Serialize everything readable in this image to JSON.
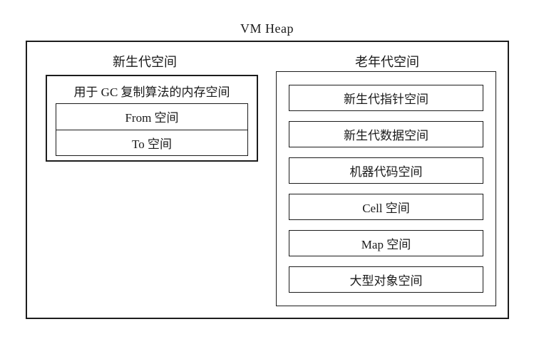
{
  "diagram": {
    "title": "VM Heap"
  },
  "new_gen": {
    "label": "新生代空间",
    "gc_copy_title": "用于 GC 复制算法的内存空间",
    "from_label": "From 空间",
    "to_label": "To 空间"
  },
  "old_gen": {
    "label": "老年代空间",
    "items": [
      "新生代指针空间",
      "新生代数据空间",
      "机器代码空间",
      "Cell 空间",
      "Map 空间",
      "大型对象空间"
    ]
  },
  "colors": {
    "border": "#1c1c1c",
    "background": "#ffffff",
    "text": "#1a1a1a"
  }
}
